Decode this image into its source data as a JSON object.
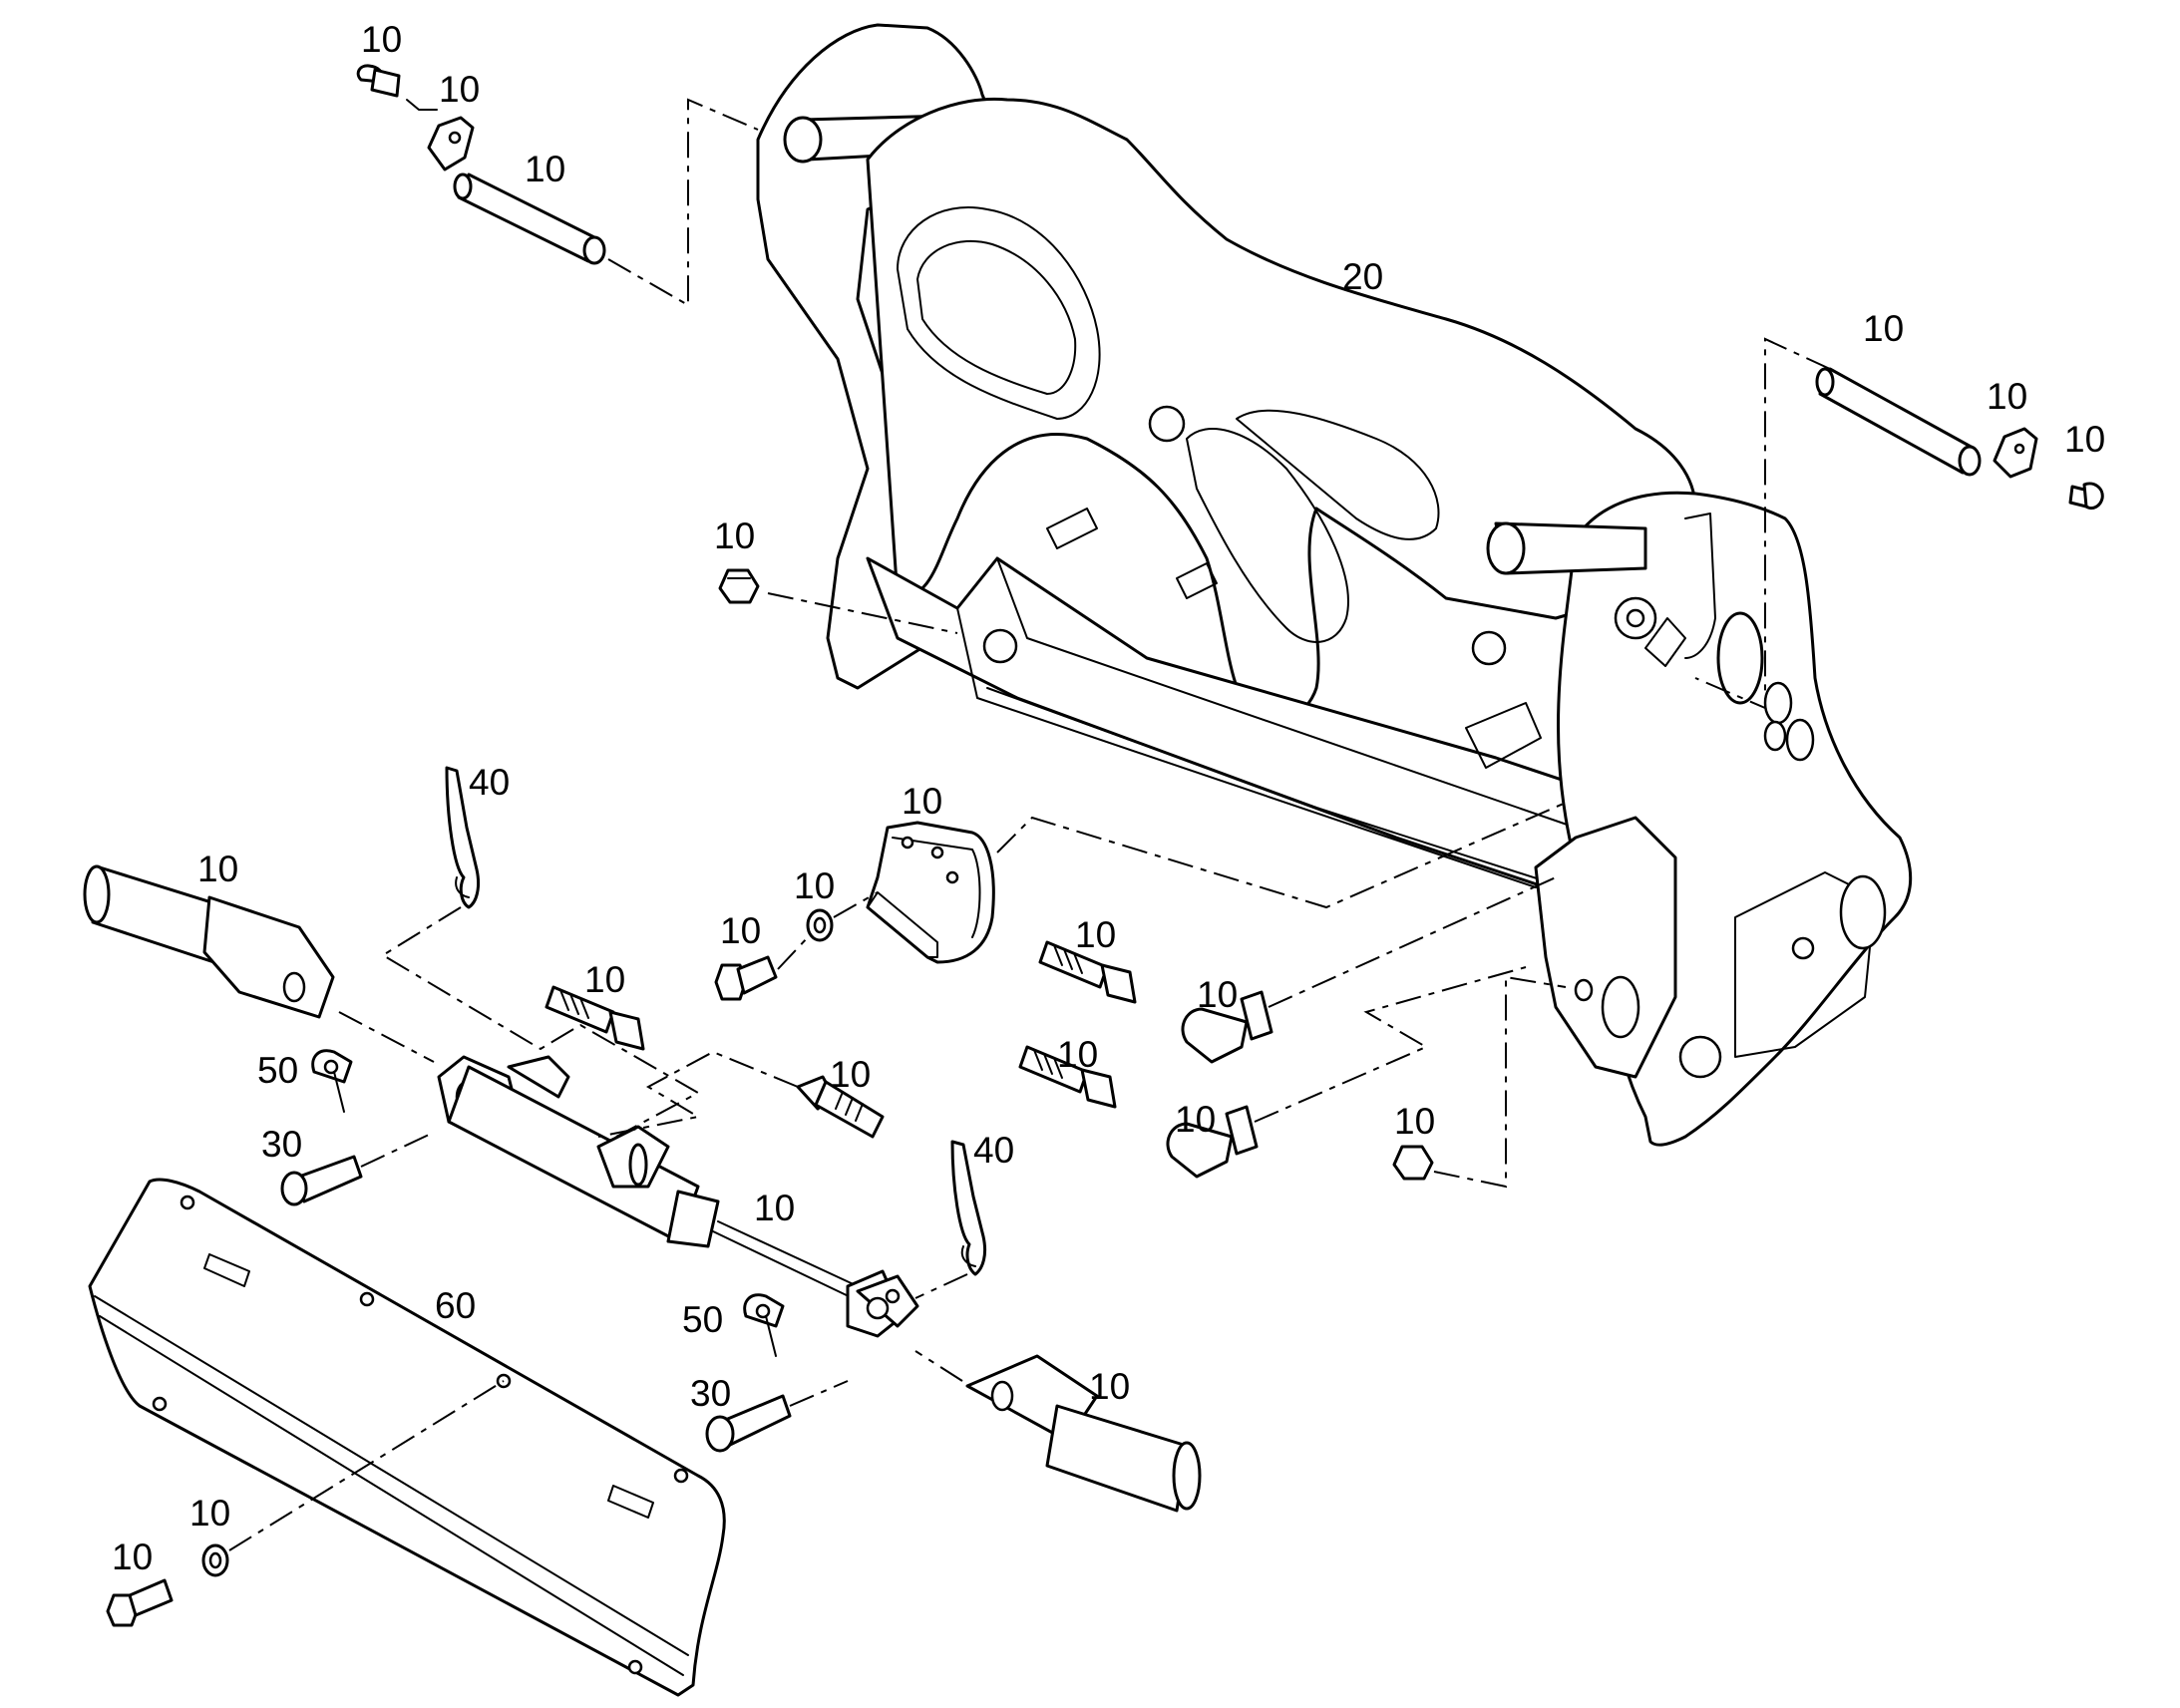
{
  "callouts": {
    "c_tl_bolt": "10",
    "c_tl_plate": "10",
    "c_tl_pin": "10",
    "c_frame": "20",
    "c_tr_pin": "10",
    "c_tr_plate": "10",
    "c_tr_bolt": "10",
    "c_mid_nut": "10",
    "c_bracket": "10",
    "c_washer": "10",
    "c_bolt": "10",
    "c_lever_top": "40",
    "c_pin_left": "10",
    "c_fitting_a": "10",
    "c_fitting_b": "10",
    "c_fitting_c": "10",
    "c_elbow_a": "10",
    "c_fitting_d": "10",
    "c_elbow_b": "10",
    "c_nut_right": "10",
    "c_clip_left": "50",
    "c_pin30_left": "30",
    "c_cylinder": "10",
    "c_lever_bottom": "40",
    "c_guard": "60",
    "c_clip_right": "50",
    "c_pin30_right": "30",
    "c_pin_right": "10",
    "c_guard_washer": "10",
    "c_guard_bolt": "10"
  }
}
